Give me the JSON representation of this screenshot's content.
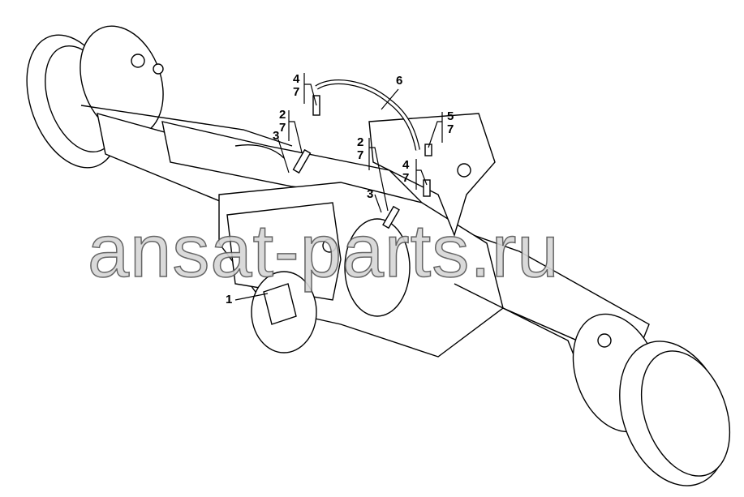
{
  "watermark": "ansat-parts.ru",
  "callouts": [
    {
      "id": "c1",
      "top": "4",
      "bottom": "7"
    },
    {
      "id": "c2",
      "top": "2",
      "bottom": "7"
    },
    {
      "id": "c3",
      "top": "3"
    },
    {
      "id": "c4",
      "top": "6"
    },
    {
      "id": "c5",
      "top": "5",
      "bottom": "7"
    },
    {
      "id": "c6",
      "top": "2",
      "bottom": "7"
    },
    {
      "id": "c7",
      "top": "4",
      "bottom": "7"
    },
    {
      "id": "c8",
      "top": "3"
    },
    {
      "id": "c9",
      "top": "1"
    }
  ]
}
